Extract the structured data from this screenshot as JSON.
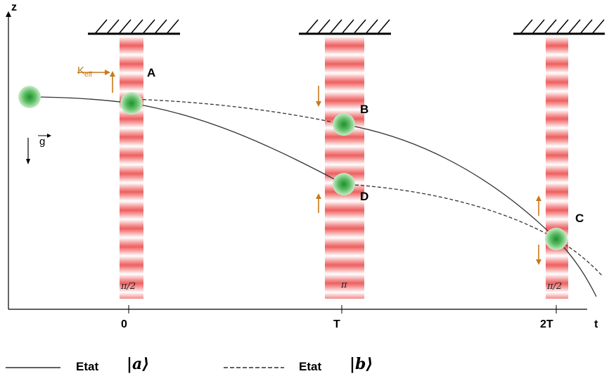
{
  "axes": {
    "z_label": "z",
    "t_label": "t"
  },
  "ticks": {
    "t0": "0",
    "t1": "T",
    "t2": "2T"
  },
  "points": {
    "A": "A",
    "B": "B",
    "C": "C",
    "D": "D"
  },
  "pulses": {
    "p1": "π/2",
    "p2": "π",
    "p3": "π/2"
  },
  "vectors": {
    "keff": "K",
    "keff_sub": "eff",
    "g": "g"
  },
  "legend": {
    "state_a": {
      "label": "Etat",
      "ket": "a",
      "line_style": "solid"
    },
    "state_b": {
      "label": "Etat",
      "ket": "b",
      "line_style": "dashed"
    }
  },
  "colors": {
    "laser": "#f07c7c",
    "atom": "#3fae4a",
    "arrow": "#c87a1a",
    "ceiling": "#000000"
  }
}
